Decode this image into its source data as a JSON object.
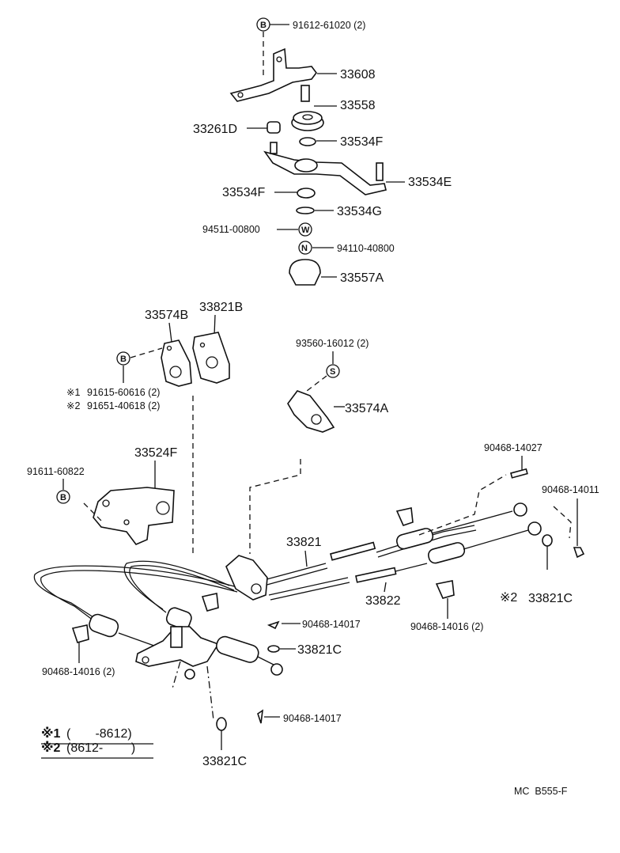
{
  "parts": {
    "b_91612_61020": "91612-61020 (2)",
    "p33608": "33608",
    "p33558": "33558",
    "p33261d": "33261D",
    "p33534f_top": "33534F",
    "p33534e": "33534E",
    "p33534f_left": "33534F",
    "p33534g": "33534G",
    "w_94511": "94511-00800",
    "n_94110": "94110-40800",
    "p33557a": "33557A",
    "p33574b": "33574B",
    "p33821b": "33821B",
    "s_93560": "93560-16012 (2)",
    "p33574a": "33574A",
    "m1_91615": "91615-60616 (2)",
    "m2_91651": "91651-40618 (2)",
    "p33524f": "33524F",
    "b_91611": "91611-60822",
    "p90468_14027": "90468-14027",
    "p90468_14011": "90468-14011",
    "p33821": "33821",
    "p33822": "33822",
    "p33821c_right": "33821C",
    "p90468_14017_mid": "90468-14017",
    "p33821c_mid": "33821C",
    "p90468_14016_right": "90468-14016 (2)",
    "p90468_14016_left": "90468-14016 (2)",
    "p90468_14017_bot": "90468-14017",
    "p33821c_bot": "33821C"
  },
  "markers": {
    "b": "B",
    "w": "W",
    "n": "N",
    "s": "S",
    "ref1": "※1",
    "ref2": "※2"
  },
  "legend": {
    "row1_mark": "※1",
    "row1_text": "(       -8612)",
    "row2_mark": "※2",
    "row2_text": "(8612-        )"
  },
  "figure_code": "MC  B555-F"
}
